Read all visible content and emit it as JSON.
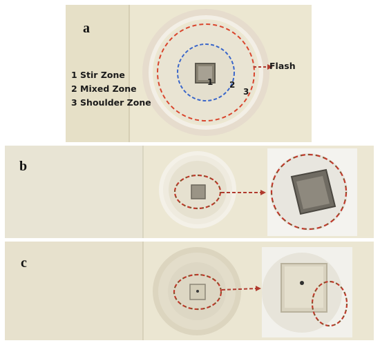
{
  "panels": [
    {
      "label": "a"
    },
    {
      "label": "b"
    },
    {
      "label": "c"
    }
  ],
  "legend": [
    "1 Stir Zone",
    "2 Mixed Zone",
    "3 Shoulder Zone"
  ],
  "zone_numbers": [
    "1",
    "2",
    "3"
  ],
  "flash_label": "Flash",
  "colors": {
    "outer_dash": "#d9452c",
    "inner_dash": "#3a66c9",
    "zone_dash_stroke": "#c0392b",
    "zone_dash_fill": "#2e7d32",
    "arrow": "#b03a2e",
    "coupon": "#ece7d3",
    "coupon_edge": "#d9d3bb",
    "ring": "#f1eee4"
  }
}
